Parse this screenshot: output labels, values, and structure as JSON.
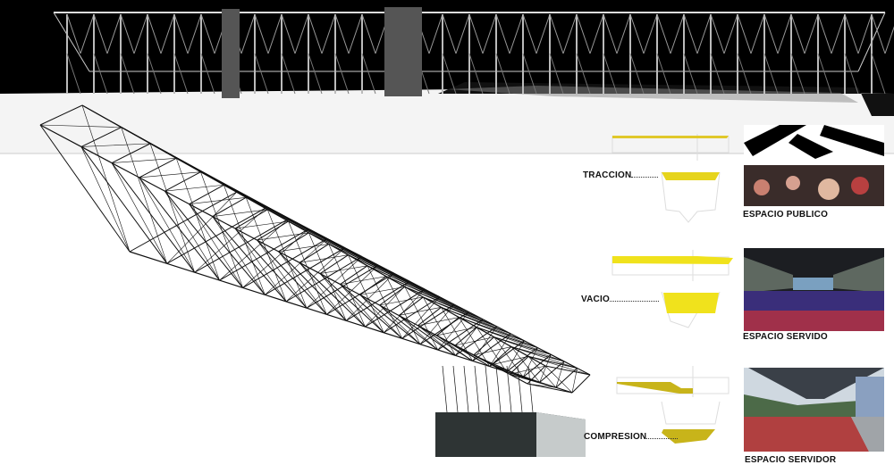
{
  "elevation": {
    "title": "stadium-elevation"
  },
  "structure_labels": [
    {
      "label": "TRACCION",
      "color": "#e8d21a"
    },
    {
      "label": "VACIO",
      "color": "#f0e21c"
    },
    {
      "label": "COMPRESION",
      "color": "#c8b41a"
    }
  ],
  "photos": [
    {
      "caption": "ESPACIO PUBLICO"
    },
    {
      "caption": "ESPACIO SERVIDO"
    },
    {
      "caption": "ESPACIO SERVIDOR"
    }
  ],
  "colors": {
    "accent_yellow": "#e6d41c",
    "ink": "#111111"
  }
}
